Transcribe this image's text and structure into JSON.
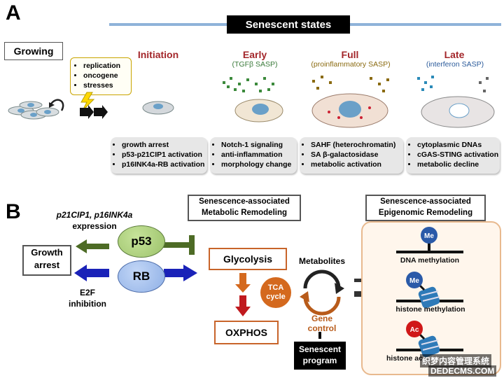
{
  "panel_a": {
    "letter": "A",
    "senescent_states_label": "Senescent states",
    "growing_label": "Growing",
    "triggers": [
      "replication",
      "oncogene",
      "stresses"
    ],
    "stages": [
      {
        "title": "Initiation",
        "subtitle": "",
        "subtitle_color": "",
        "items": [
          "growth arrest",
          "p53-p21CIP1 activation",
          "p16INK4a-RB activation"
        ]
      },
      {
        "title": "Early",
        "subtitle": "(TGFβ SASP)",
        "subtitle_color": "#3a7a3a",
        "items": [
          "Notch-1 signaling",
          "anti-inflammation",
          "morphology change"
        ]
      },
      {
        "title": "Full",
        "subtitle": "(proinflammatory SASP)",
        "subtitle_color": "#8a6a10",
        "items": [
          "SAHF (heterochromatin)",
          "SA β-galactosidase",
          "metabolic activation"
        ]
      },
      {
        "title": "Late",
        "subtitle": "(interferon SASP)",
        "subtitle_color": "#2a5a9a",
        "items": [
          "cytoplasmic DNAs",
          "cGAS-STING activation",
          "metabolic decline"
        ]
      }
    ]
  },
  "panel_b": {
    "letter": "B",
    "expression_label_line1": "p21CIP1, p16INK4a",
    "expression_label_line2": "expression",
    "growth_arrest_label_1": "Growth",
    "growth_arrest_label_2": "arrest",
    "e2f_label_1": "E2F",
    "e2f_label_2": "inhibition",
    "p53_label": "p53",
    "rb_label": "RB",
    "metabolic_header_1": "Senescence-associated",
    "metabolic_header_2": "Metabolic Remodeling",
    "epigenomic_header_1": "Senescence-associated",
    "epigenomic_header_2": "Epigenomic Remodeling",
    "glycolysis_label": "Glycolysis",
    "oxphos_label": "OXPHOS",
    "tca_label_1": "TCA",
    "tca_label_2": "cycle",
    "metabolites_label": "Metabolites",
    "gene_control_1": "Gene",
    "gene_control_2": "control",
    "senescent_program_1": "Senescent",
    "senescent_program_2": "program",
    "dna_methylation_label": "DNA methylation",
    "histone_methylation_label": "histone methylation",
    "histone_acetylation_label": "histone ac",
    "me_label": "Me",
    "ac_label": "Ac"
  },
  "watermark": {
    "line1": "织梦内容管理系统",
    "line2": "DEDECMS.COM"
  },
  "colors": {
    "initiation_title": "#a3262a",
    "green_arrow": "#4d6b25",
    "blue_arrow": "#1a22b8",
    "orange_border": "#c8642a",
    "p53_fill": "#9cc26a",
    "rb_fill": "#8fb0e6"
  }
}
